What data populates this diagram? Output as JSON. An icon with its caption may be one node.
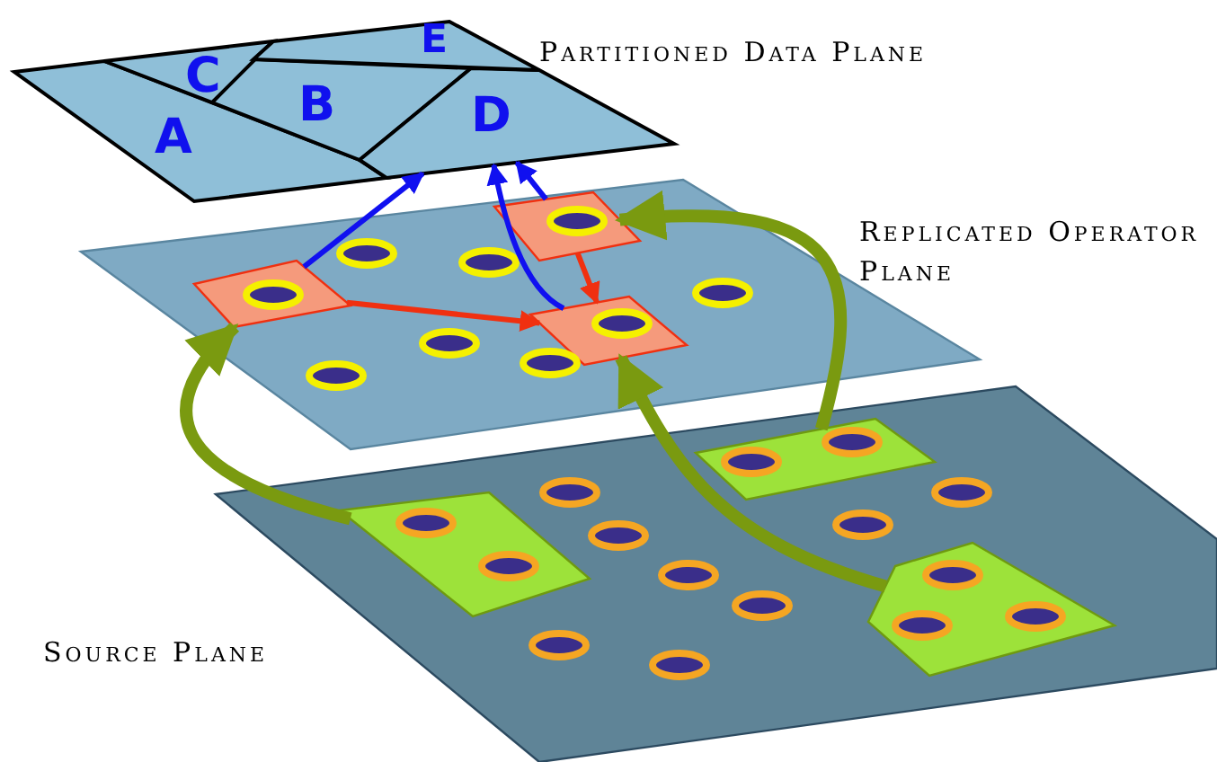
{
  "diagram": {
    "nodes": [
      {
        "text": [
          "Partitioned Data Plane"
        ]
      },
      {
        "text": [
          "A"
        ],
        "in": 0
      },
      {
        "text": [
          "B"
        ],
        "in": 0
      },
      {
        "text": [
          "C"
        ],
        "in": 0
      },
      {
        "text": [
          "D"
        ],
        "in": 0
      },
      {
        "text": [
          "E"
        ],
        "in": 0
      },
      {
        "text": [
          "Replicated Operator Plane"
        ]
      },
      {
        "text": [],
        "shape": "box",
        "in": 6
      },
      {
        "text": [],
        "shape": "box",
        "in": 6
      },
      {
        "text": [],
        "shape": "box",
        "in": 6
      },
      {
        "text": [
          "Source Plane"
        ]
      },
      {
        "text": [],
        "shape": "box",
        "in": 10
      },
      {
        "text": [],
        "shape": "box",
        "in": 10
      },
      {
        "text": [],
        "shape": "box",
        "in": 10
      }
    ],
    "edges": [
      {
        "from": 11,
        "to": 8,
        "arrow": "to",
        "style": "thick",
        "color": "#7a9a10"
      },
      {
        "from": 12,
        "to": 7,
        "arrow": "to",
        "style": "thick",
        "color": "#7a9a10"
      },
      {
        "from": 13,
        "to": 9,
        "arrow": "to",
        "style": "thick",
        "color": "#7a9a10"
      },
      {
        "from": 8,
        "to": 9,
        "arrow": "to",
        "color": "#f03010"
      },
      {
        "from": 7,
        "to": 9,
        "arrow": "to",
        "color": "#f03010"
      },
      {
        "from": 8,
        "to": 4,
        "arrow": "to",
        "color": "#1010f0"
      },
      {
        "from": 9,
        "to": 4,
        "arrow": "to",
        "color": "#1010f0"
      },
      {
        "from": 7,
        "to": 4,
        "arrow": "to",
        "color": "#1010f0"
      }
    ]
  }
}
